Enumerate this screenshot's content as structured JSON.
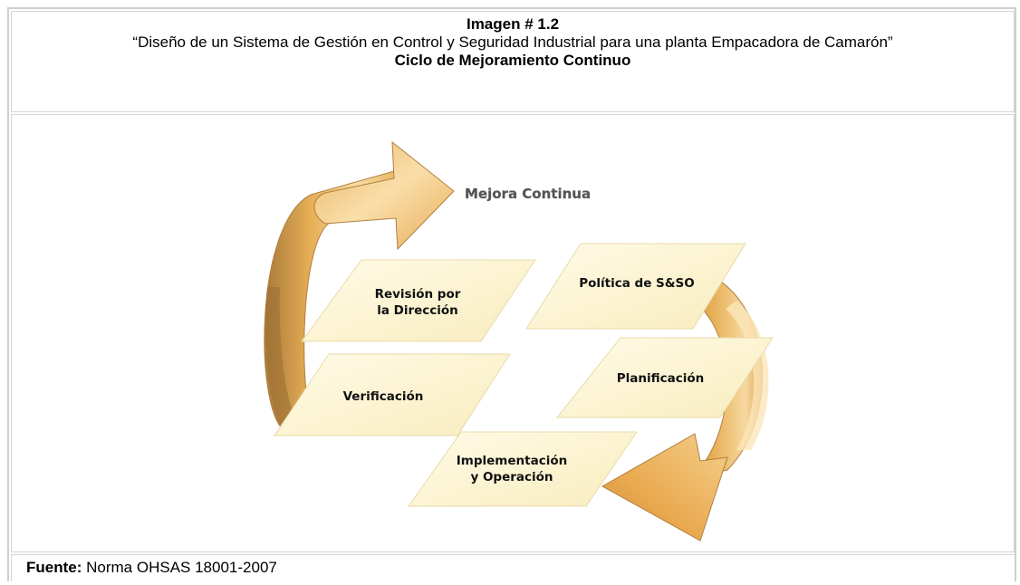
{
  "header": {
    "title": "Imagen # 1.2",
    "subtitle": "“Diseño de un Sistema de Gestión en Control y Seguridad Industrial para una planta Empacadora de Camarón”",
    "caption": "Ciclo de Mejoramiento Continuo"
  },
  "diagram": {
    "top_label": "Mejora Continua",
    "boxes": {
      "revision": [
        "Revisión por",
        "la Dirección"
      ],
      "politica": [
        "Política de S&SO"
      ],
      "planificacion": [
        "Planificación"
      ],
      "verificacion": [
        "Verificación"
      ],
      "implementacion": [
        "Implementación",
        "y Operación"
      ]
    },
    "colors": {
      "arrow_light": "#f7dca2",
      "arrow_mid": "#e6ae55",
      "arrow_dark": "#a87a3a",
      "box_fill": "#fdf6d6",
      "box_edge": "#e8dba8"
    }
  },
  "footer": {
    "label": "Fuente:",
    "text": "Norma OHSAS 18001-2007"
  }
}
